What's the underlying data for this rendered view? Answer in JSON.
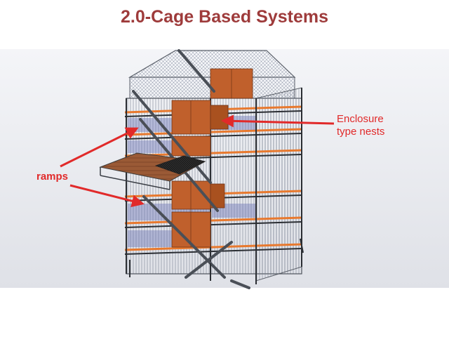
{
  "slide": {
    "title": "2.0-Cage Based Systems",
    "bg_color": "#ffffff",
    "title_color": "#9e3b3b"
  },
  "annotations": {
    "enclosure_line1": "Enclosure",
    "enclosure_line2": "type nests",
    "ramps": "ramps",
    "color": "#e12a2a"
  },
  "illustration": {
    "frame_color": "#555a62",
    "nest_color": "#c0602c",
    "rail_color": "#e8792e",
    "wire_color": "#7d8698"
  }
}
